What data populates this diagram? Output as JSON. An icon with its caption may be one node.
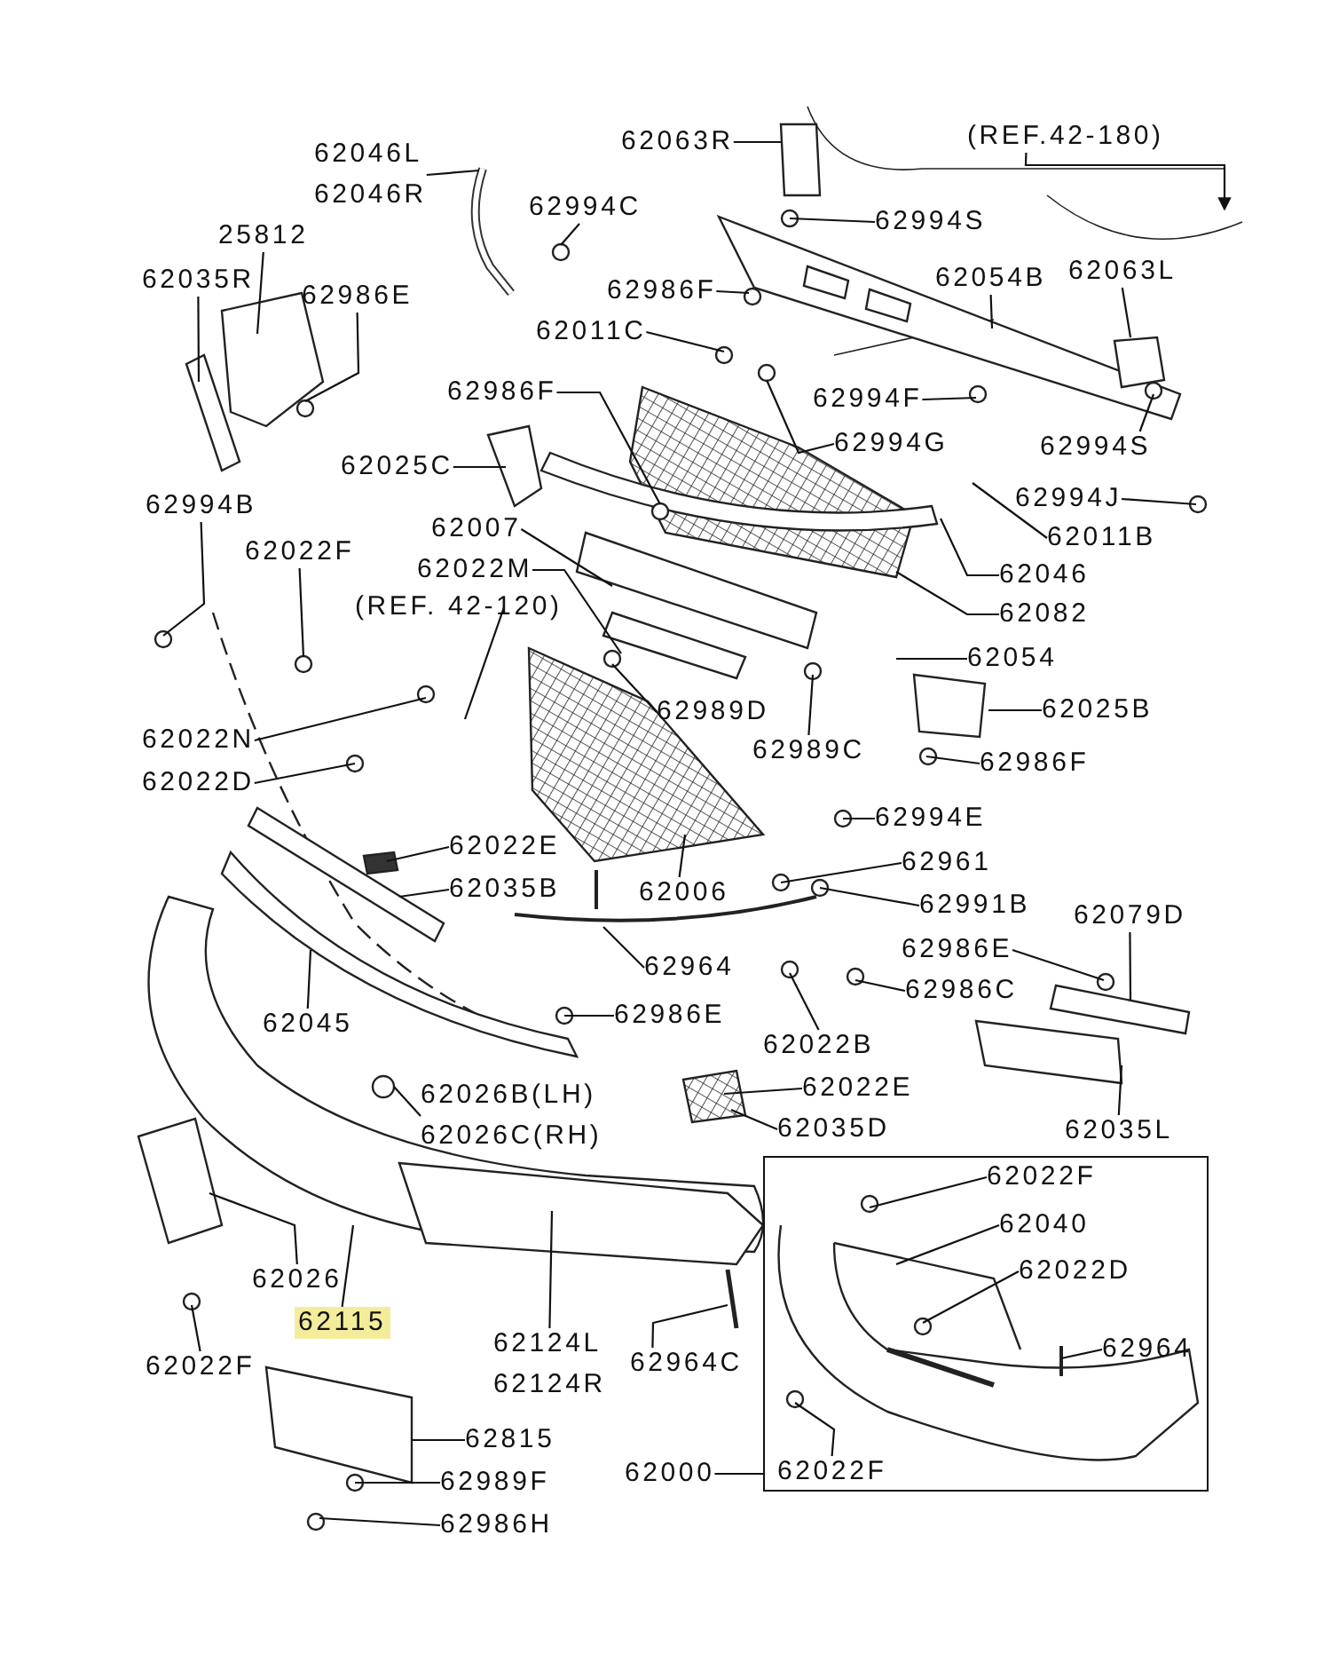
{
  "diagram": {
    "nodes": [
      {
        "text": [
          "62046L",
          "62046R"
        ]
      },
      {
        "text": [
          "62063R"
        ]
      },
      {
        "text": [
          "(REF.42-180)"
        ]
      },
      {
        "text": [
          "62994S"
        ]
      },
      {
        "text": [
          "62994C"
        ]
      },
      {
        "text": [
          "25812"
        ]
      },
      {
        "text": [
          "62035R"
        ]
      },
      {
        "text": [
          "62986E"
        ]
      },
      {
        "text": [
          "62986F"
        ]
      },
      {
        "text": [
          "62054B"
        ]
      },
      {
        "text": [
          "62063L"
        ]
      },
      {
        "text": [
          "62011C"
        ]
      },
      {
        "text": [
          "62986F"
        ]
      },
      {
        "text": [
          "62994F"
        ]
      },
      {
        "text": [
          "62994G"
        ]
      },
      {
        "text": [
          "62994S"
        ]
      },
      {
        "text": [
          "62025C"
        ]
      },
      {
        "text": [
          "62994J"
        ]
      },
      {
        "text": [
          "62994B"
        ]
      },
      {
        "text": [
          "62011B"
        ]
      },
      {
        "text": [
          "62007"
        ]
      },
      {
        "text": [
          "62022F"
        ]
      },
      {
        "text": [
          "62022M"
        ]
      },
      {
        "text": [
          "62046"
        ]
      },
      {
        "text": [
          "(REF. 42-120)"
        ]
      },
      {
        "text": [
          "62082"
        ]
      },
      {
        "text": [
          "62054"
        ]
      },
      {
        "text": [
          "62989D"
        ]
      },
      {
        "text": [
          "62025B"
        ]
      },
      {
        "text": [
          "62022N"
        ]
      },
      {
        "text": [
          "62989C"
        ]
      },
      {
        "text": [
          "62986F"
        ]
      },
      {
        "text": [
          "62022D"
        ]
      },
      {
        "text": [
          "62994E"
        ]
      },
      {
        "text": [
          "62022E"
        ]
      },
      {
        "text": [
          "62961"
        ]
      },
      {
        "text": [
          "62006"
        ]
      },
      {
        "text": [
          "62035B"
        ]
      },
      {
        "text": [
          "62991B"
        ]
      },
      {
        "text": [
          "62079D"
        ]
      },
      {
        "text": [
          "62986E"
        ]
      },
      {
        "text": [
          "62964"
        ]
      },
      {
        "text": [
          "62986C"
        ]
      },
      {
        "text": [
          "62045"
        ]
      },
      {
        "text": [
          "62986E"
        ]
      },
      {
        "text": [
          "62022B"
        ]
      },
      {
        "text": [
          "62026B(LH)",
          "62026C(RH)"
        ]
      },
      {
        "text": [
          "62022E"
        ]
      },
      {
        "text": [
          "62035D"
        ]
      },
      {
        "text": [
          "62035L"
        ]
      },
      {
        "text": [],
        "shape": "box"
      },
      {
        "text": [
          "62022F"
        ],
        "in": 50
      },
      {
        "text": [
          "62040"
        ],
        "in": 50
      },
      {
        "text": [
          "62022D"
        ],
        "in": 50
      },
      {
        "text": [
          "62964"
        ],
        "in": 50
      },
      {
        "text": [
          "62022F"
        ],
        "in": 50
      },
      {
        "text": [
          "62000"
        ]
      },
      {
        "text": [
          "62026"
        ]
      },
      {
        "text": [
          "62115"
        ]
      },
      {
        "text": [
          "62124L",
          "62124R"
        ]
      },
      {
        "text": [
          "62964C"
        ]
      },
      {
        "text": [
          "62022F"
        ]
      },
      {
        "text": [
          "62815"
        ]
      },
      {
        "text": [
          "62989F"
        ]
      },
      {
        "text": [
          "62986H"
        ]
      }
    ],
    "edges": [
      {
        "from": 0,
        "to": null,
        "arrow": "none"
      },
      {
        "from": 1,
        "to": null,
        "arrow": "none"
      },
      {
        "from": 2,
        "to": null,
        "arrow": "to"
      },
      {
        "from": 3,
        "to": null,
        "arrow": "none"
      },
      {
        "from": 4,
        "to": null,
        "arrow": "none"
      },
      {
        "from": 5,
        "to": null,
        "arrow": "none"
      },
      {
        "from": 6,
        "to": null,
        "arrow": "none"
      },
      {
        "from": 7,
        "to": null,
        "arrow": "none"
      },
      {
        "from": 8,
        "to": null,
        "arrow": "none"
      },
      {
        "from": 9,
        "to": null,
        "arrow": "none"
      },
      {
        "from": 10,
        "to": null,
        "arrow": "none"
      },
      {
        "from": 11,
        "to": null,
        "arrow": "none"
      },
      {
        "from": 12,
        "to": null,
        "arrow": "none"
      },
      {
        "from": 13,
        "to": null,
        "arrow": "none"
      },
      {
        "from": 14,
        "to": null,
        "arrow": "none"
      },
      {
        "from": 15,
        "to": null,
        "arrow": "none"
      },
      {
        "from": 16,
        "to": null,
        "arrow": "none"
      },
      {
        "from": 17,
        "to": null,
        "arrow": "none"
      },
      {
        "from": 18,
        "to": null,
        "arrow": "none"
      },
      {
        "from": 19,
        "to": null,
        "arrow": "none"
      },
      {
        "from": 20,
        "to": null,
        "arrow": "none"
      },
      {
        "from": 21,
        "to": null,
        "arrow": "none"
      },
      {
        "from": 22,
        "to": null,
        "arrow": "none"
      },
      {
        "from": 23,
        "to": null,
        "arrow": "none"
      },
      {
        "from": 24,
        "to": null,
        "arrow": "none"
      },
      {
        "from": 25,
        "to": null,
        "arrow": "none"
      },
      {
        "from": 26,
        "to": null,
        "arrow": "none"
      },
      {
        "from": 27,
        "to": null,
        "arrow": "none"
      },
      {
        "from": 28,
        "to": null,
        "arrow": "none"
      },
      {
        "from": 29,
        "to": null,
        "arrow": "none"
      },
      {
        "from": 30,
        "to": null,
        "arrow": "none"
      },
      {
        "from": 31,
        "to": null,
        "arrow": "none"
      },
      {
        "from": 32,
        "to": null,
        "arrow": "none"
      },
      {
        "from": 33,
        "to": null,
        "arrow": "none"
      },
      {
        "from": 34,
        "to": null,
        "arrow": "none"
      },
      {
        "from": 35,
        "to": null,
        "arrow": "none"
      },
      {
        "from": 36,
        "to": null,
        "arrow": "none"
      },
      {
        "from": 37,
        "to": null,
        "arrow": "none"
      },
      {
        "from": 38,
        "to": null,
        "arrow": "none"
      },
      {
        "from": 39,
        "to": null,
        "arrow": "none"
      },
      {
        "from": 40,
        "to": null,
        "arrow": "none"
      },
      {
        "from": 41,
        "to": null,
        "arrow": "none"
      },
      {
        "from": 42,
        "to": null,
        "arrow": "none"
      },
      {
        "from": 43,
        "to": null,
        "arrow": "none"
      },
      {
        "from": 44,
        "to": null,
        "arrow": "none"
      },
      {
        "from": 45,
        "to": null,
        "arrow": "none"
      },
      {
        "from": 46,
        "to": null,
        "arrow": "none"
      },
      {
        "from": 47,
        "to": null,
        "arrow": "none"
      },
      {
        "from": 48,
        "to": null,
        "arrow": "none"
      },
      {
        "from": 49,
        "to": null,
        "arrow": "none"
      },
      {
        "from": 51,
        "to": null,
        "arrow": "none"
      },
      {
        "from": 52,
        "to": null,
        "arrow": "none"
      },
      {
        "from": 53,
        "to": null,
        "arrow": "none"
      },
      {
        "from": 54,
        "to": null,
        "arrow": "none"
      },
      {
        "from": 55,
        "to": null,
        "arrow": "none"
      },
      {
        "from": 56,
        "to": 50,
        "arrow": "none"
      },
      {
        "from": 57,
        "to": null,
        "arrow": "none"
      },
      {
        "from": 58,
        "to": null,
        "arrow": "none"
      },
      {
        "from": 59,
        "to": null,
        "arrow": "none"
      },
      {
        "from": 60,
        "to": null,
        "arrow": "none"
      },
      {
        "from": 61,
        "to": null,
        "arrow": "none"
      },
      {
        "from": 62,
        "to": null,
        "arrow": "none"
      },
      {
        "from": 63,
        "to": null,
        "arrow": "none"
      },
      {
        "from": 64,
        "to": null,
        "arrow": "none"
      }
    ]
  }
}
